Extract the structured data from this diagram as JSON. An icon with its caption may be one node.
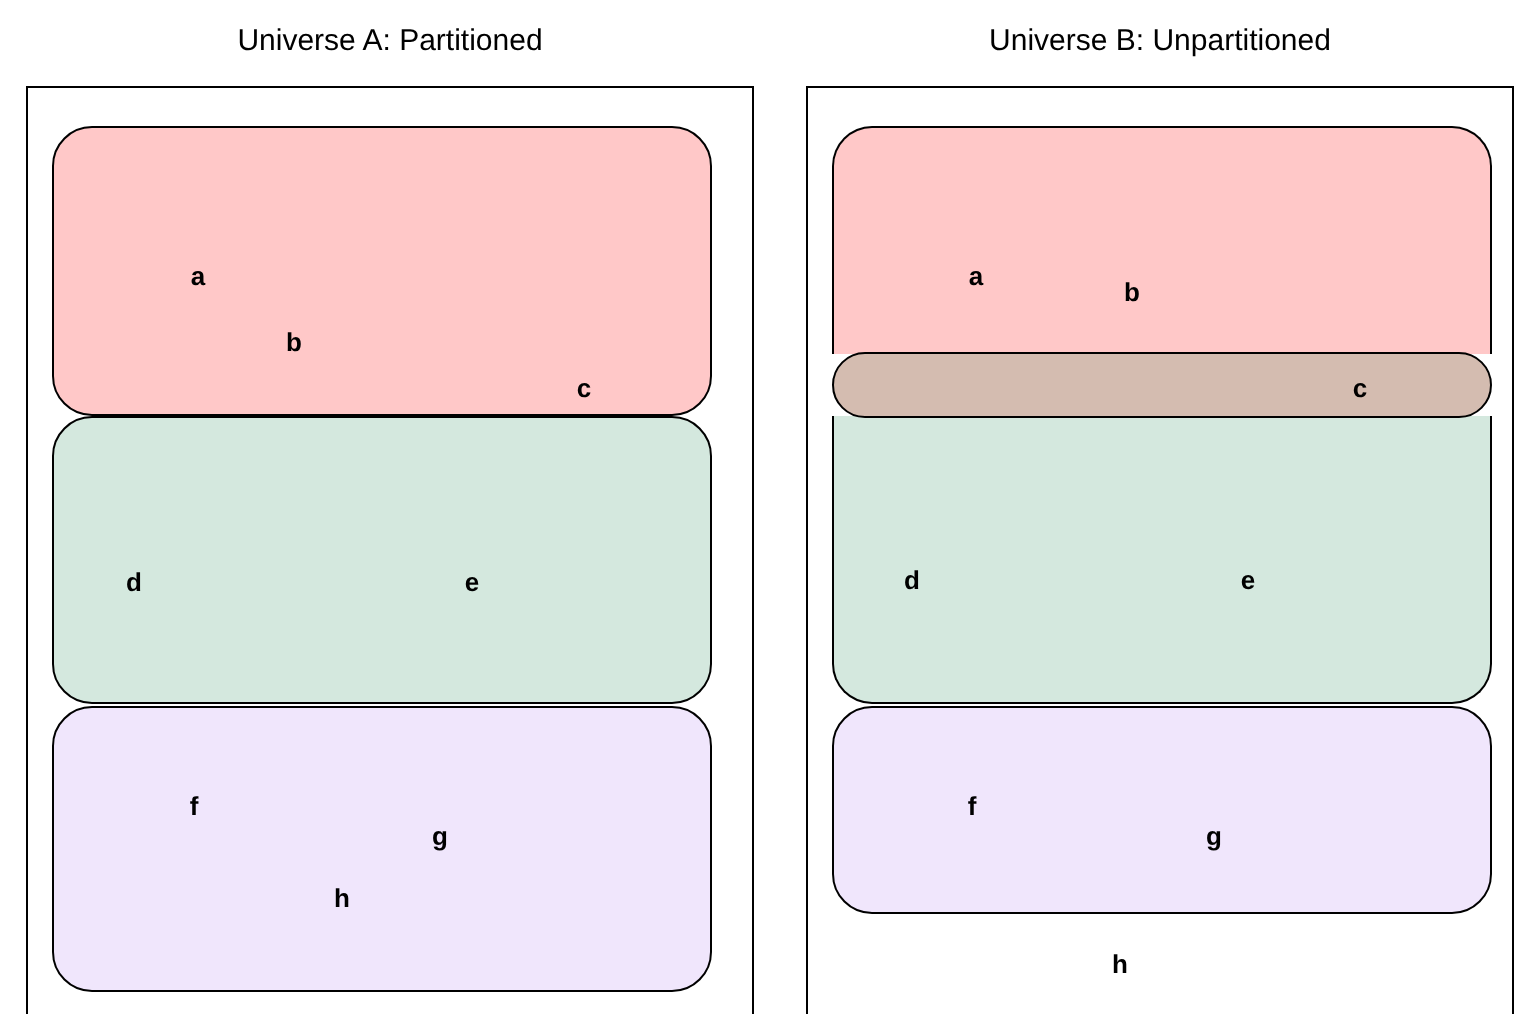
{
  "diagram": {
    "nodes": [
      {
        "text": [
          "Universe A: Partitioned"
        ]
      },
      {
        "text": [
          "a",
          "b",
          "c"
        ],
        "in": 0
      },
      {
        "text": [
          "d",
          "e"
        ],
        "in": 0
      },
      {
        "text": [
          "f",
          "g",
          "h"
        ],
        "in": 0
      },
      {
        "text": [
          "Universe B: Unpartitioned",
          "h"
        ]
      },
      {
        "text": [
          "a",
          "b"
        ],
        "in": 4
      },
      {
        "text": [
          "c"
        ],
        "in": 4
      },
      {
        "text": [
          "d",
          "e"
        ],
        "in": 4
      },
      {
        "text": [
          "f",
          "g"
        ],
        "in": 4
      }
    ]
  }
}
